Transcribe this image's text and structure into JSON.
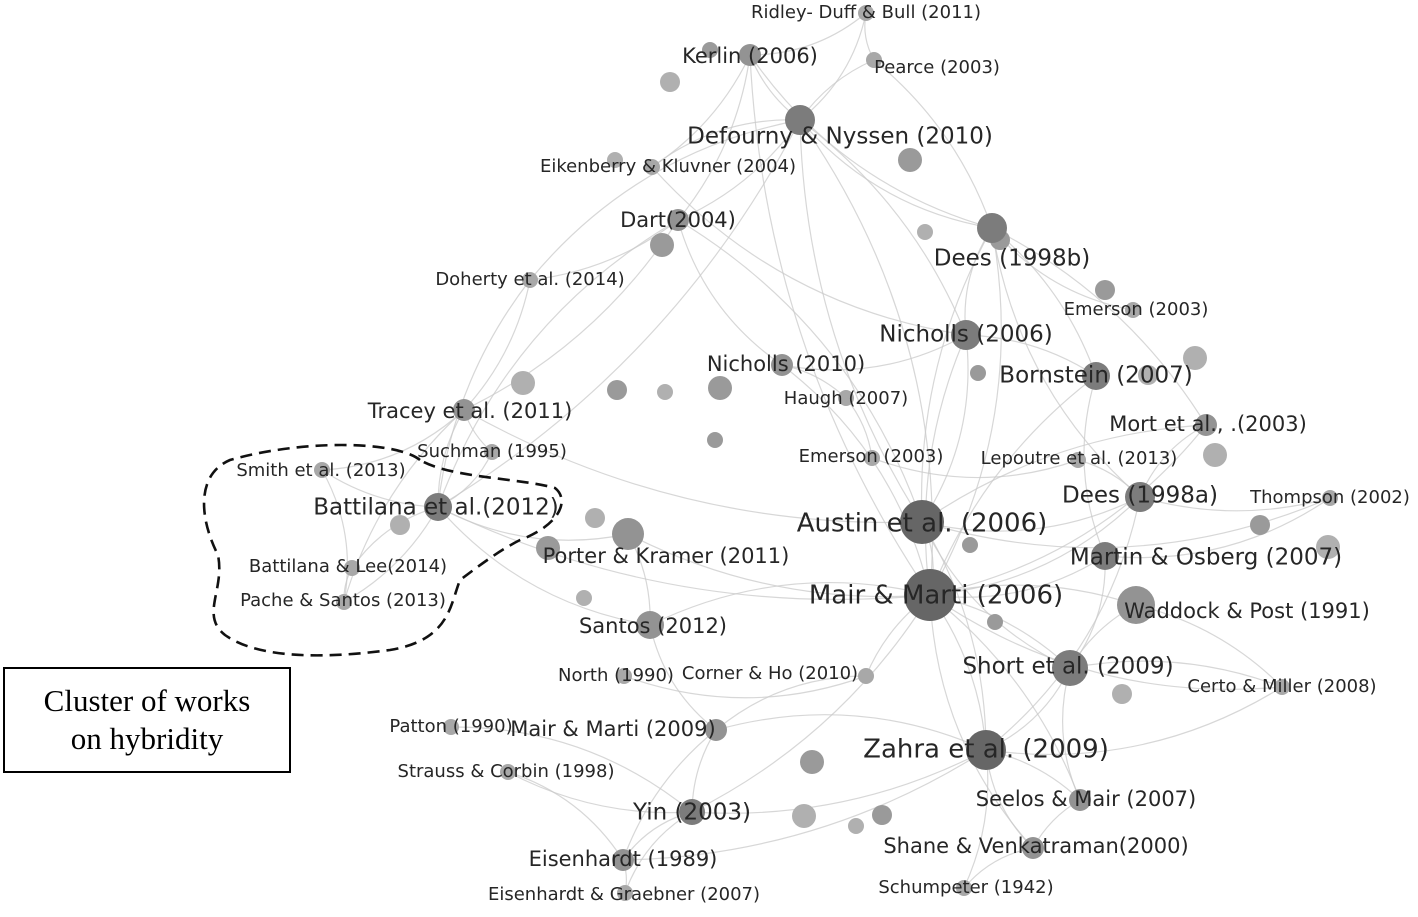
{
  "legend": {
    "text_line1": "Cluster of works",
    "text_line2": "on hybridity"
  },
  "nodes": [
    {
      "id": "ridley",
      "label": "Ridley- Duff & Bull (2011)",
      "size": "small"
    },
    {
      "id": "kerlin",
      "label": "Kerlin (2006)",
      "size": "medium"
    },
    {
      "id": "pearce",
      "label": "Pearce (2003)",
      "size": "small"
    },
    {
      "id": "defourny",
      "label": "Defourny & Nyssen (2010)",
      "size": "large"
    },
    {
      "id": "eikenberry",
      "label": "Eikenberry & Kluvner (2004)",
      "size": "small"
    },
    {
      "id": "dart",
      "label": "Dart(2004)",
      "size": "medium"
    },
    {
      "id": "dees98b",
      "label": "Dees (1998b)",
      "size": "large"
    },
    {
      "id": "doherty",
      "label": "Doherty et al. (2014)",
      "size": "small"
    },
    {
      "id": "emerson03a",
      "label": "Emerson (2003)",
      "size": "small"
    },
    {
      "id": "nicholls06",
      "label": "Nicholls (2006)",
      "size": "large"
    },
    {
      "id": "nicholls10",
      "label": "Nicholls (2010)",
      "size": "medium"
    },
    {
      "id": "bornstein",
      "label": "Bornstein (2007)",
      "size": "large"
    },
    {
      "id": "haugh",
      "label": "Haugh (2007)",
      "size": "small"
    },
    {
      "id": "tracey",
      "label": "Tracey et al. (2011)",
      "size": "medium"
    },
    {
      "id": "mort",
      "label": "Mort et al., .(2003)",
      "size": "medium"
    },
    {
      "id": "suchman",
      "label": "Suchman  (1995)",
      "size": "small"
    },
    {
      "id": "emerson03b",
      "label": "Emerson (2003)",
      "size": "small"
    },
    {
      "id": "lepoutre",
      "label": "Lepoutre et al. (2013)",
      "size": "small"
    },
    {
      "id": "smith",
      "label": "Smith et al. (2013)",
      "size": "small"
    },
    {
      "id": "dees98a",
      "label": "Dees (1998a)",
      "size": "large"
    },
    {
      "id": "thompson",
      "label": "Thompson (2002)",
      "size": "small"
    },
    {
      "id": "battilana12",
      "label": "Battilana et al.(2012)",
      "size": "large"
    },
    {
      "id": "austin",
      "label": "Austin et al. (2006)",
      "size": "xlarge"
    },
    {
      "id": "porter",
      "label": "Porter & Kramer (2011)",
      "size": "medium"
    },
    {
      "id": "martin",
      "label": "Martin & Osberg (2007)",
      "size": "large"
    },
    {
      "id": "battilanalee",
      "label": "Battilana & Lee(2014)",
      "size": "small"
    },
    {
      "id": "mair06",
      "label": "Mair & Marti (2006)",
      "size": "xlarge"
    },
    {
      "id": "pache",
      "label": "Pache & Santos (2013)",
      "size": "small"
    },
    {
      "id": "waddock",
      "label": "Waddock & Post (1991)",
      "size": "medium"
    },
    {
      "id": "santos",
      "label": "Santos (2012)",
      "size": "medium"
    },
    {
      "id": "north",
      "label": "North (1990)",
      "size": "small"
    },
    {
      "id": "corner",
      "label": "Corner & Ho (2010)",
      "size": "small"
    },
    {
      "id": "short",
      "label": "Short et al. (2009)",
      "size": "large"
    },
    {
      "id": "certo",
      "label": "Certo & Miller (2008)",
      "size": "small"
    },
    {
      "id": "patton",
      "label": "Patton (1990)",
      "size": "small"
    },
    {
      "id": "mair09",
      "label": "Mair & Marti (2009)",
      "size": "medium"
    },
    {
      "id": "zahra",
      "label": "Zahra et al. (2009)",
      "size": "xlarge"
    },
    {
      "id": "strauss",
      "label": "Strauss & Corbin (1998)",
      "size": "small"
    },
    {
      "id": "seelos",
      "label": "Seelos & Mair (2007)",
      "size": "medium"
    },
    {
      "id": "yin",
      "label": "Yin (2003)",
      "size": "large"
    },
    {
      "id": "shane",
      "label": "Shane & Venkatraman(2000)",
      "size": "medium"
    },
    {
      "id": "eisenhardt89",
      "label": "Eisenhardt (1989)",
      "size": "medium"
    },
    {
      "id": "schumpeter",
      "label": "Schumpeter (1942)",
      "size": "small"
    },
    {
      "id": "eisenhardtgraebner",
      "label": "Eisenhardt & Graebner (2007)",
      "size": "small"
    }
  ],
  "links": [
    [
      "mair06",
      "austin"
    ],
    [
      "mair06",
      "zahra"
    ],
    [
      "mair06",
      "dees98a"
    ],
    [
      "mair06",
      "short"
    ],
    [
      "mair06",
      "martin"
    ],
    [
      "mair06",
      "nicholls06"
    ],
    [
      "mair06",
      "dees98b"
    ],
    [
      "mair06",
      "seelos"
    ],
    [
      "mair06",
      "mort"
    ],
    [
      "mair06",
      "bornstein"
    ],
    [
      "mair06",
      "santos"
    ],
    [
      "mair06",
      "porter"
    ],
    [
      "mair06",
      "defourny"
    ],
    [
      "mair06",
      "yin"
    ],
    [
      "mair06",
      "shane"
    ],
    [
      "mair06",
      "battilana12"
    ],
    [
      "mair06",
      "nicholls10"
    ],
    [
      "mair06",
      "waddock"
    ],
    [
      "mair06",
      "certo"
    ],
    [
      "mair06",
      "kerlin"
    ],
    [
      "austin",
      "dees98a"
    ],
    [
      "austin",
      "zahra"
    ],
    [
      "austin",
      "short"
    ],
    [
      "austin",
      "dees98b"
    ],
    [
      "austin",
      "thompson"
    ],
    [
      "austin",
      "defourny"
    ],
    [
      "austin",
      "nicholls06"
    ],
    [
      "austin",
      "tracey"
    ],
    [
      "austin",
      "dart"
    ],
    [
      "austin",
      "mort"
    ],
    [
      "zahra",
      "short"
    ],
    [
      "zahra",
      "seelos"
    ],
    [
      "zahra",
      "shane"
    ],
    [
      "zahra",
      "yin"
    ],
    [
      "zahra",
      "mair09"
    ],
    [
      "zahra",
      "schumpeter"
    ],
    [
      "zahra",
      "certo"
    ],
    [
      "zahra",
      "eisenhardt89"
    ],
    [
      "zahra",
      "dees98a"
    ],
    [
      "defourny",
      "kerlin"
    ],
    [
      "defourny",
      "ridley"
    ],
    [
      "defourny",
      "pearce"
    ],
    [
      "defourny",
      "eikenberry"
    ],
    [
      "defourny",
      "dart"
    ],
    [
      "defourny",
      "dees98b"
    ],
    [
      "defourny",
      "nicholls06"
    ],
    [
      "defourny",
      "doherty"
    ],
    [
      "defourny",
      "battilana12"
    ],
    [
      "kerlin",
      "ridley"
    ],
    [
      "kerlin",
      "dart"
    ],
    [
      "kerlin",
      "dees98b"
    ],
    [
      "kerlin",
      "eikenberry"
    ],
    [
      "dees98b",
      "nicholls06"
    ],
    [
      "dees98b",
      "bornstein"
    ],
    [
      "dees98b",
      "emerson03a"
    ],
    [
      "dees98b",
      "mort"
    ],
    [
      "dees98b",
      "dees98a"
    ],
    [
      "dart",
      "doherty"
    ],
    [
      "dart",
      "battilana12"
    ],
    [
      "dart",
      "tracey"
    ],
    [
      "dart",
      "nicholls10"
    ],
    [
      "battilana12",
      "smith"
    ],
    [
      "battilana12",
      "battilanalee"
    ],
    [
      "battilana12",
      "pache"
    ],
    [
      "battilana12",
      "suchman"
    ],
    [
      "battilana12",
      "tracey"
    ],
    [
      "battilana12",
      "santos"
    ],
    [
      "battilana12",
      "doherty"
    ],
    [
      "battilana12",
      "porter"
    ],
    [
      "pache",
      "battilanalee"
    ],
    [
      "pache",
      "smith"
    ],
    [
      "pache",
      "tracey"
    ],
    [
      "smith",
      "tracey"
    ],
    [
      "suchman",
      "tracey"
    ],
    [
      "yin",
      "eisenhardt89"
    ],
    [
      "yin",
      "strauss"
    ],
    [
      "yin",
      "patton"
    ],
    [
      "yin",
      "mair09"
    ],
    [
      "yin",
      "eisenhardtgraebner"
    ],
    [
      "eisenhardt89",
      "eisenhardtgraebner"
    ],
    [
      "eisenhardt89",
      "strauss"
    ],
    [
      "eisenhardt89",
      "mair09"
    ],
    [
      "short",
      "seelos"
    ],
    [
      "short",
      "certo"
    ],
    [
      "short",
      "martin"
    ],
    [
      "short",
      "waddock"
    ],
    [
      "shane",
      "schumpeter"
    ],
    [
      "shane",
      "seelos"
    ],
    [
      "north",
      "corner"
    ],
    [
      "corner",
      "mair06"
    ],
    [
      "corner",
      "mair09"
    ],
    [
      "nicholls10",
      "haugh"
    ],
    [
      "nicholls10",
      "nicholls06"
    ],
    [
      "haugh",
      "emerson03b"
    ],
    [
      "emerson03b",
      "lepoutre"
    ],
    [
      "lepoutre",
      "dees98a"
    ],
    [
      "martin",
      "thompson"
    ],
    [
      "waddock",
      "certo"
    ],
    [
      "bornstein",
      "martin"
    ],
    [
      "porter",
      "santos"
    ],
    [
      "santos",
      "mair09"
    ],
    [
      "doherty",
      "tracey"
    ],
    [
      "mort",
      "dees98a"
    ],
    [
      "thompson",
      "dees98a"
    ],
    [
      "ridley",
      "pearce"
    ],
    [
      "pearce",
      "dees98b"
    ],
    [
      "eikenberry",
      "nicholls06"
    ],
    [
      "nicholls06",
      "bornstein"
    ]
  ]
}
